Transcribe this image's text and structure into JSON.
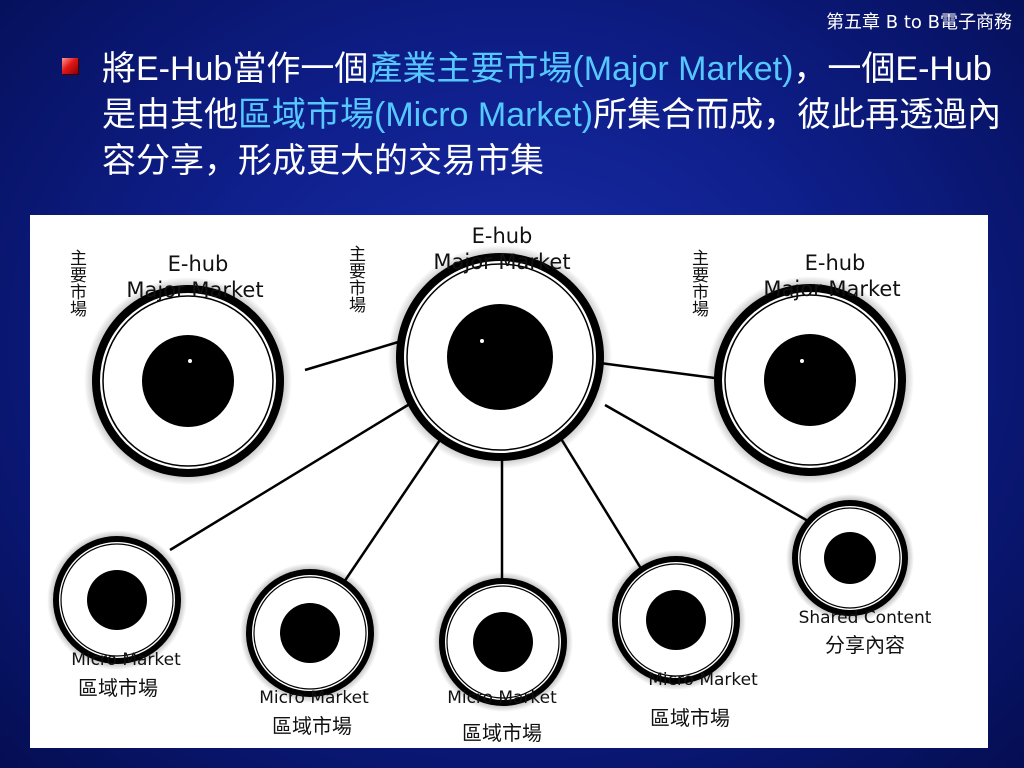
{
  "header": {
    "chapter": "第五章 B to B電子商務"
  },
  "bullet": {
    "seg1": "將",
    "seg2": "E-Hub",
    "seg3": "當作一個",
    "seg4": "產業主要市場",
    "seg5": "(Major Market)",
    "seg6": "，一個",
    "seg7": "E-Hub",
    "seg8": "是由其他",
    "seg9": "區域市場",
    "seg10": "(Micro Market)",
    "seg11": "所集合而成，彼此再透過內容分享，形成更大的交易市集"
  },
  "diagram": {
    "major_center": {
      "title": "E-hub",
      "subtitle": "Major Market"
    },
    "major_left": {
      "title": "E-hub",
      "subtitle": "Major Market"
    },
    "major_right": {
      "title": "E-hub",
      "subtitle": "Major Market"
    },
    "major_vertical_label": "主要市場",
    "micro_label_en": "Micro Market",
    "micro_label_zh": "區域市場",
    "shared_label_en": "Shared Content",
    "shared_label_zh": "分享內容"
  },
  "colors": {
    "background": "#0f1f8c",
    "text": "#ffffff",
    "highlight": "#55c8ff",
    "bullet": "#e01818"
  }
}
